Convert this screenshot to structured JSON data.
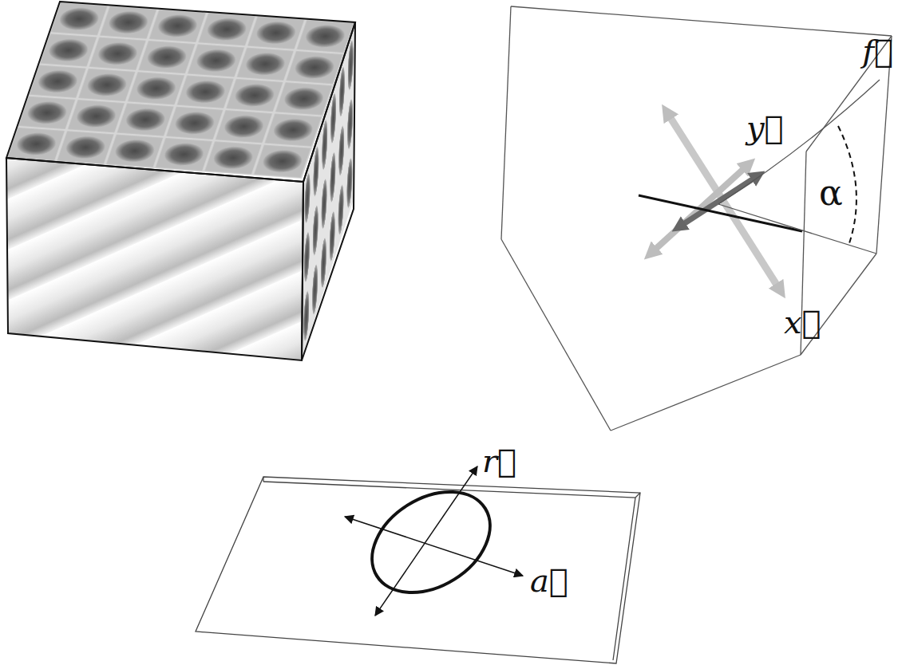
{
  "diagram": {
    "labels": [
      "y⃗",
      "f⃗",
      "α",
      "x⃗",
      "r⃗",
      "a⃗"
    ]
  }
}
